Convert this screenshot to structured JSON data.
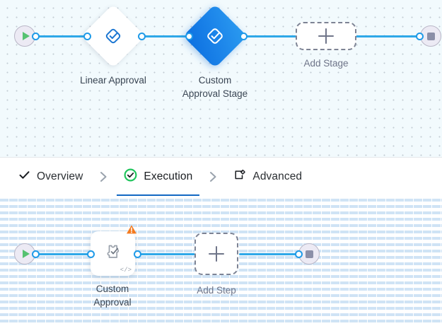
{
  "stage_canvas": {
    "name": "stage-flow-canvas",
    "background_color": "#f2fafd",
    "start_node": {
      "icon": "play-icon",
      "title": "Start"
    },
    "end_node": {
      "icon": "stop-icon",
      "title": "End"
    },
    "nodes": [
      {
        "id": "linear-approval",
        "label": "Linear Approval",
        "icon": "approval-stage-icon",
        "selected": false
      },
      {
        "id": "custom-approval-stage",
        "label": "Custom\nApproval Stage",
        "icon": "approval-stage-icon",
        "selected": true
      }
    ],
    "add_placeholder": {
      "label": "Add Stage",
      "icon": "plus-icon"
    }
  },
  "tabbar": {
    "name": "workflow-breadcrumb-tabs",
    "active_tab": "Execution",
    "accent_color": "#1268c3",
    "tabs": [
      {
        "id": "overview",
        "label": "Overview",
        "icon": "check-icon",
        "active": false
      },
      {
        "id": "execution",
        "label": "Execution",
        "icon": "check-circle-icon",
        "active": true
      },
      {
        "id": "advanced",
        "label": "Advanced",
        "icon": "settings-window-icon",
        "active": false
      }
    ],
    "separator_icon": "chevron-right-icon"
  },
  "step_canvas": {
    "name": "step-flow-canvas",
    "background_color": "#ffffff",
    "start_node": {
      "icon": "play-icon",
      "title": "Start"
    },
    "end_node": {
      "icon": "stop-icon",
      "title": "End"
    },
    "nodes": [
      {
        "id": "custom-approval",
        "label": "Custom\nApproval",
        "icon": "custom-task-icon",
        "badge": "warning-icon",
        "badge_color": "#f47b20",
        "code_glyph": "</>"
      }
    ],
    "add_placeholder": {
      "label": "Add Step",
      "icon": "plus-icon"
    }
  }
}
